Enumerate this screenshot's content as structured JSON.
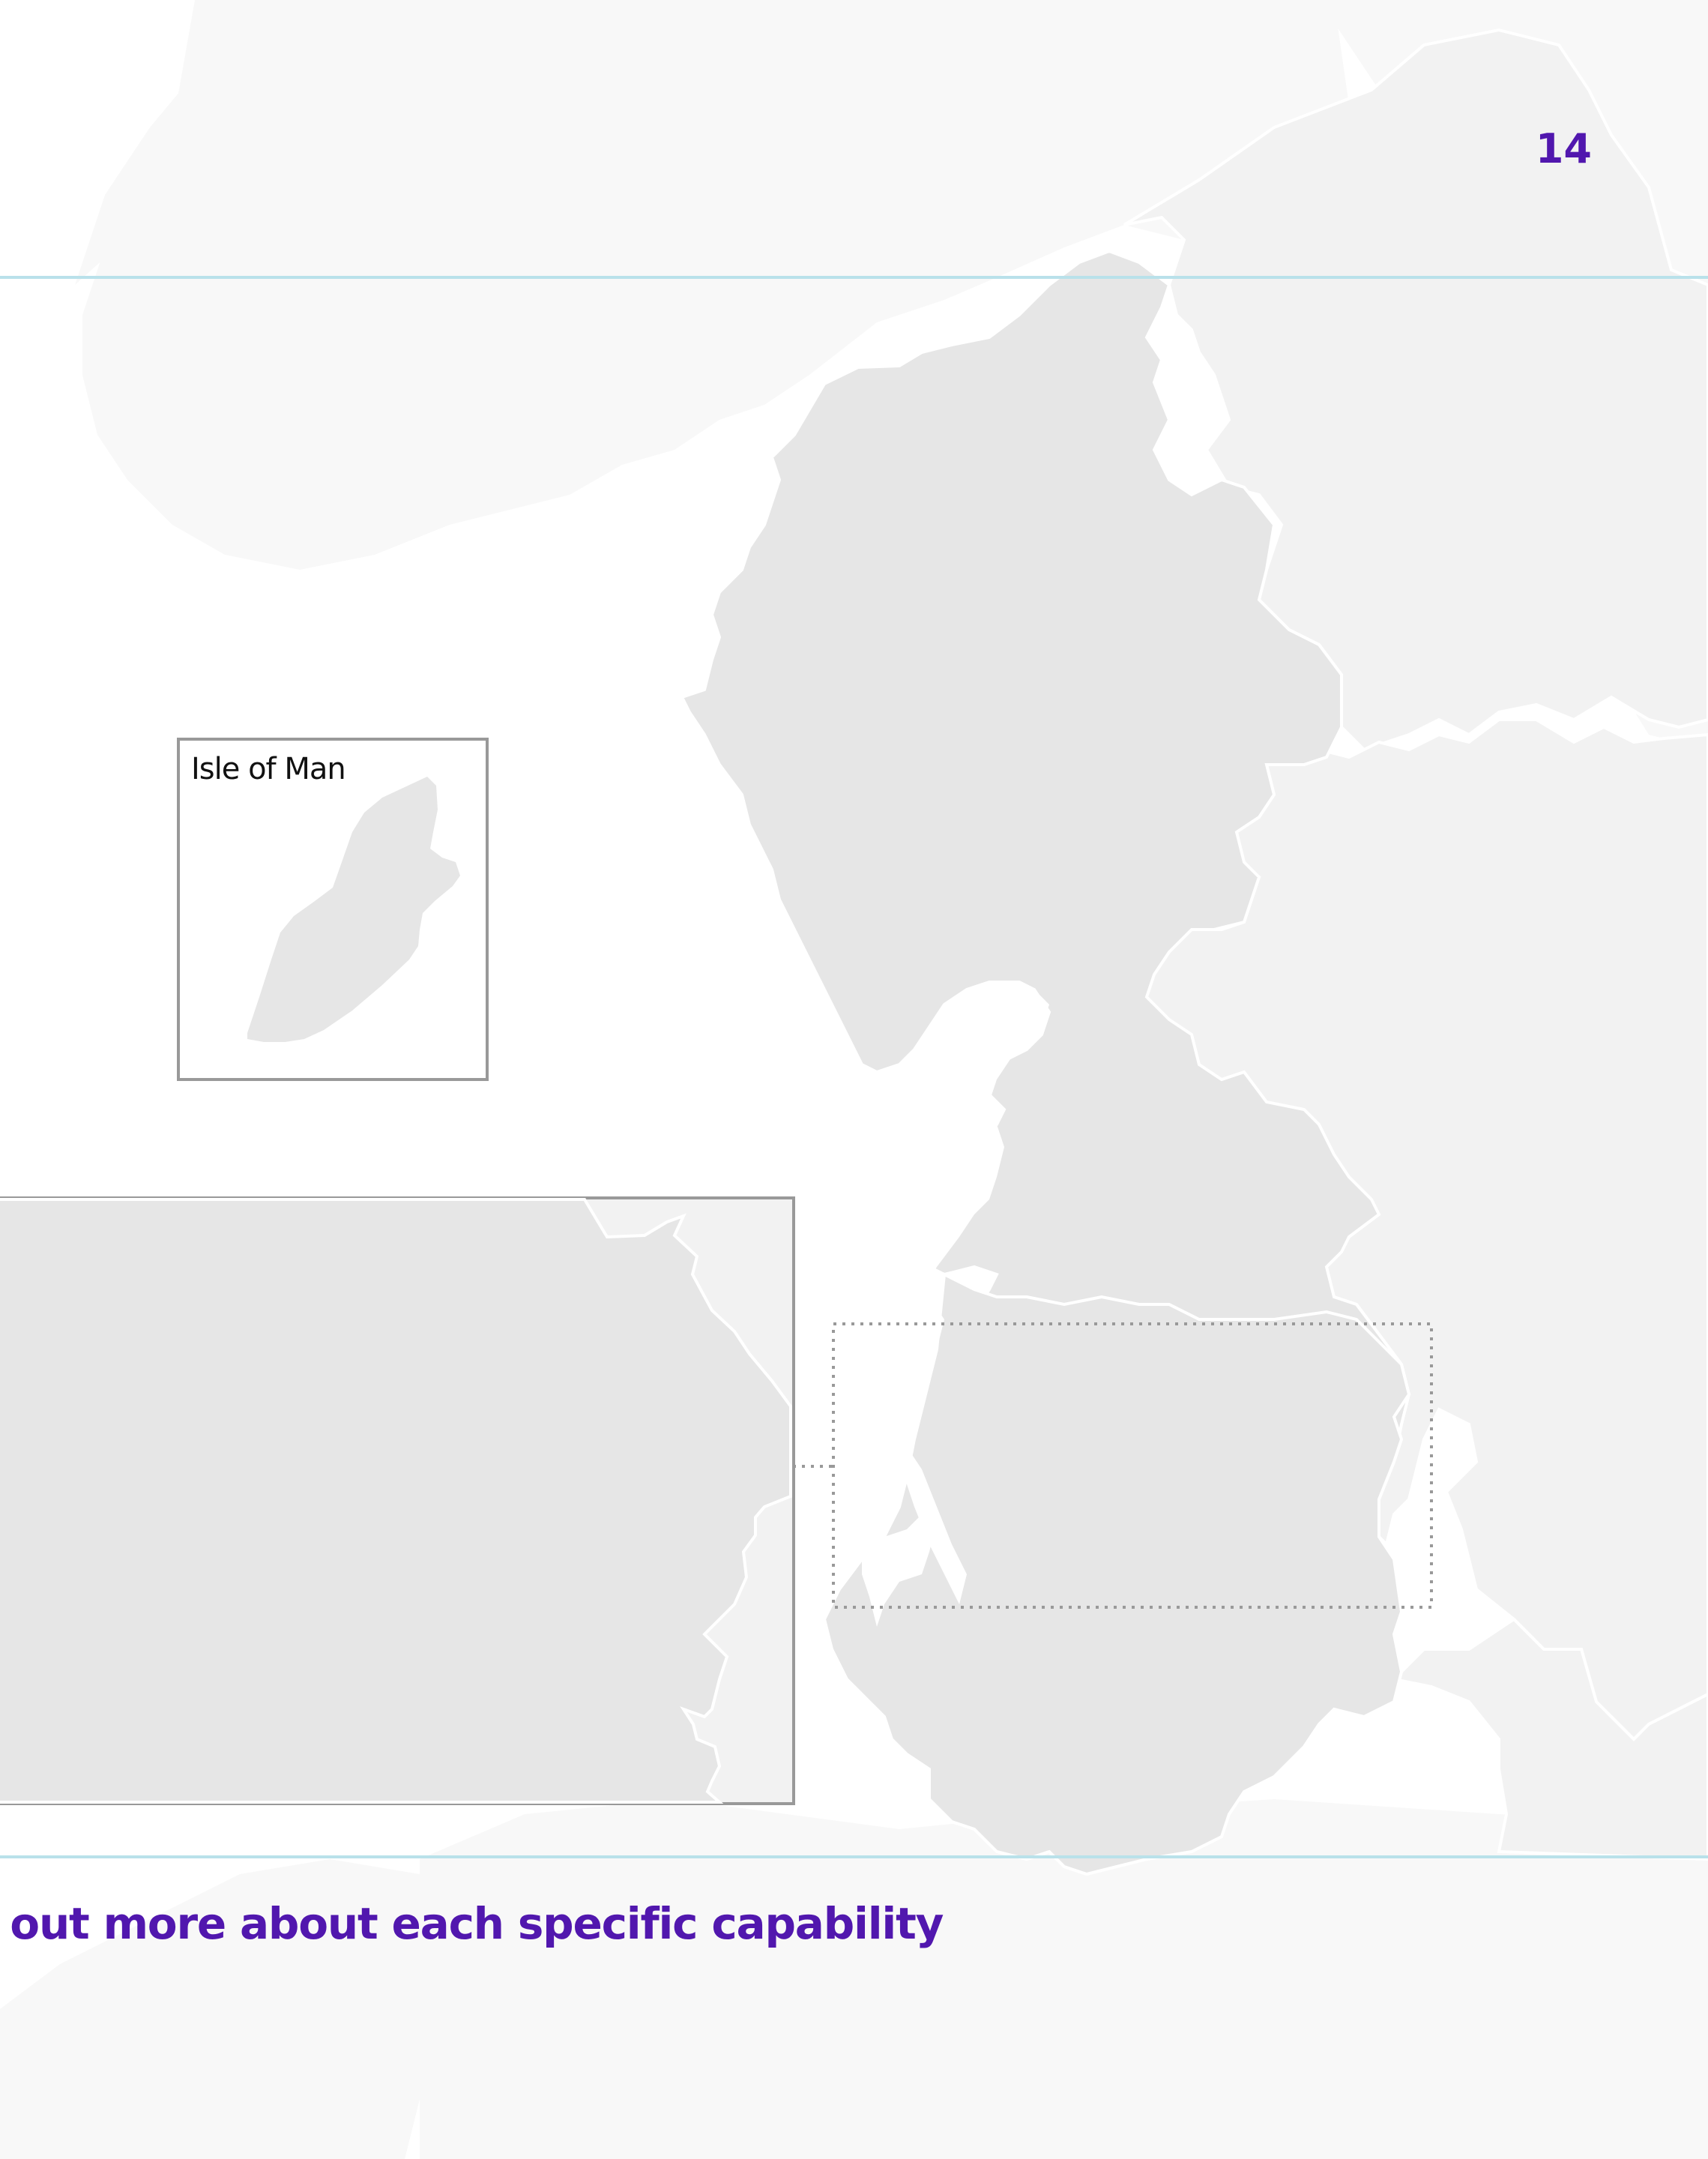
{
  "page": {
    "number": "14"
  },
  "map": {
    "inset_label": "Isle of Man",
    "colors": {
      "focus_region": "#e6e6e6",
      "neighbour_region": "#f2f2f2",
      "background_land": "#f8f8f8",
      "sea": "#ffffff",
      "border": "#ffffff",
      "frame": "#999999",
      "rule_line": "#b9e1ea"
    }
  },
  "footer": {
    "link_text": "d out more about each specific capability",
    "color": "#5117ae"
  }
}
